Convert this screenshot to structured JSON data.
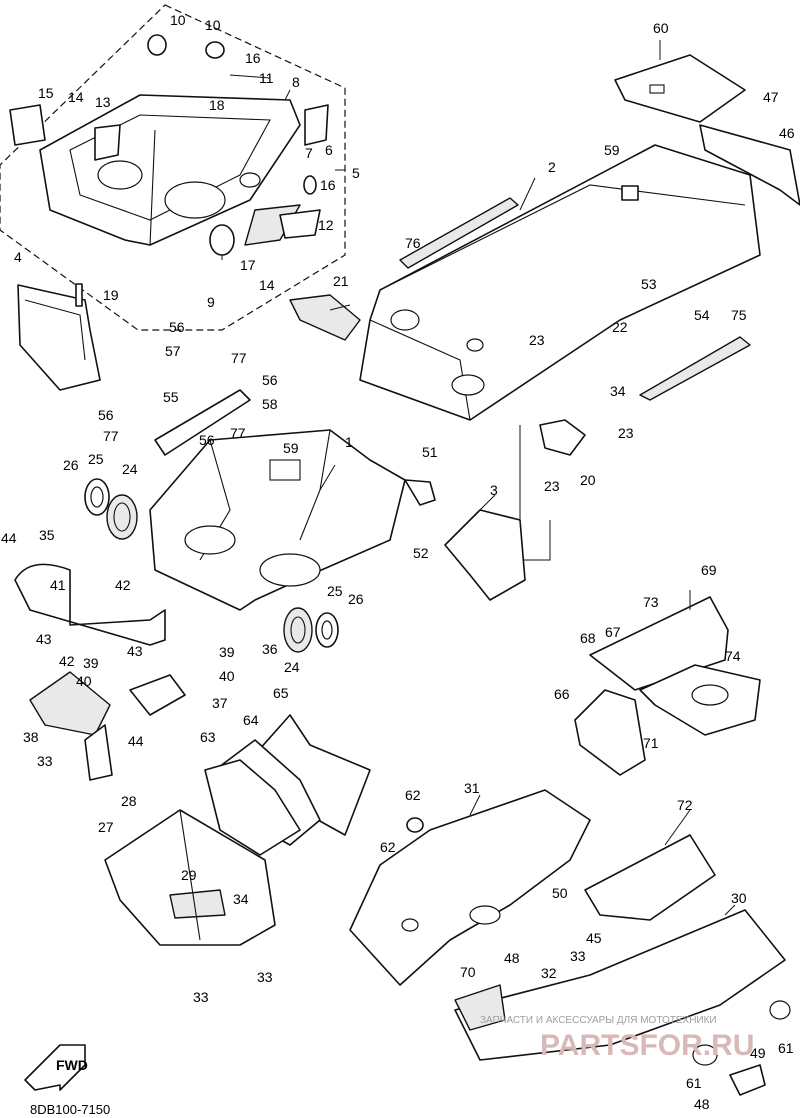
{
  "diagram_code": "8DB100-7150",
  "fwd_label": "FWD",
  "watermark": {
    "subtitle": "ЗАПЧАСТИ И АКСЕССУАРЫ ДЛЯ МОТОТЕХНИКИ",
    "brand": "PARTSFOR.RU"
  },
  "callouts": {
    "c1": "1",
    "c2": "2",
    "c3": "3",
    "c4": "4",
    "c5": "5",
    "c6": "6",
    "c7": "7",
    "c8": "8",
    "c9": "9",
    "c10a": "10",
    "c10b": "10",
    "c11": "11",
    "c12": "12",
    "c13": "13",
    "c14a": "14",
    "c14b": "14",
    "c15": "15",
    "c16a": "16",
    "c16b": "16",
    "c17": "17",
    "c18": "18",
    "c19": "19",
    "c20": "20",
    "c21": "21",
    "c22": "22",
    "c23a": "23",
    "c23b": "23",
    "c23c": "23",
    "c24a": "24",
    "c24b": "24",
    "c25a": "25",
    "c25b": "25",
    "c26a": "26",
    "c26b": "26",
    "c27": "27",
    "c28": "28",
    "c29": "29",
    "c30": "30",
    "c31": "31",
    "c32": "32",
    "c33a": "33",
    "c33b": "33",
    "c33c": "33",
    "c33d": "33",
    "c34a": "34",
    "c34b": "34",
    "c35": "35",
    "c36": "36",
    "c37": "37",
    "c38": "38",
    "c39a": "39",
    "c39b": "39",
    "c40a": "40",
    "c40b": "40",
    "c41": "41",
    "c42a": "42",
    "c42b": "42",
    "c43a": "43",
    "c43b": "43",
    "c44a": "44",
    "c44b": "44",
    "c45": "45",
    "c46": "46",
    "c47": "47",
    "c48a": "48",
    "c48b": "48",
    "c49": "49",
    "c50": "50",
    "c51": "51",
    "c52": "52",
    "c53": "53",
    "c54": "54",
    "c55": "55",
    "c56a": "56",
    "c56b": "56",
    "c56c": "56",
    "c56d": "56",
    "c57": "57",
    "c58": "58",
    "c59a": "59",
    "c59b": "59",
    "c60": "60",
    "c61a": "61",
    "c61b": "61",
    "c62a": "62",
    "c62b": "62",
    "c63": "63",
    "c64": "64",
    "c65": "65",
    "c66": "66",
    "c67": "67",
    "c68": "68",
    "c69": "69",
    "c70": "70",
    "c71": "71",
    "c72": "72",
    "c73": "73",
    "c74": "74",
    "c75": "75",
    "c76": "76",
    "c77a": "77",
    "c77b": "77",
    "c77c": "77"
  }
}
